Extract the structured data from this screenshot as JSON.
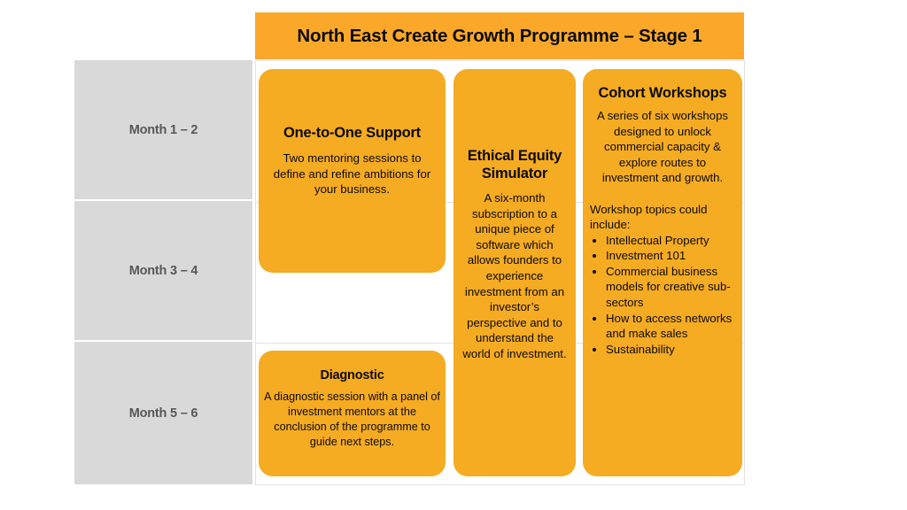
{
  "header": {
    "title": "North East Create Growth Programme – Stage 1",
    "background_color": "#FBA82A"
  },
  "timeline": {
    "background_color": "#D9D9D9",
    "months": [
      {
        "label": "Month 1 – 2"
      },
      {
        "label": "Month 3 – 4"
      },
      {
        "label": "Month 5 – 6"
      }
    ]
  },
  "cards": {
    "one_to_one": {
      "title": "One-to-One Support",
      "body": "Two mentoring sessions to define and refine ambitions for your business.",
      "color": "#F5AB22"
    },
    "ethical_equity": {
      "title": "Ethical Equity Simulator",
      "body": "A six-month subscription to a unique piece of software which allows founders to experience investment from an investor’s perspective and to understand the world of investment.",
      "color": "#F5AB22"
    },
    "cohort_workshops": {
      "title": "Cohort Workshops",
      "body": "A series of six workshops designed to unlock commercial capacity & explore routes to investment and growth.",
      "subhead": "Workshop topics could include:",
      "topics": [
        "Intellectual Property",
        "Investment 101",
        "Commercial business models for creative sub-sectors",
        "How to access networks and make sales",
        "Sustainability"
      ],
      "color": "#F5AB22"
    },
    "diagnostic": {
      "title": "Diagnostic",
      "body": "A diagnostic session with a panel of investment mentors at the conclusion of the programme to guide next steps.",
      "color": "#F5AB22"
    }
  }
}
